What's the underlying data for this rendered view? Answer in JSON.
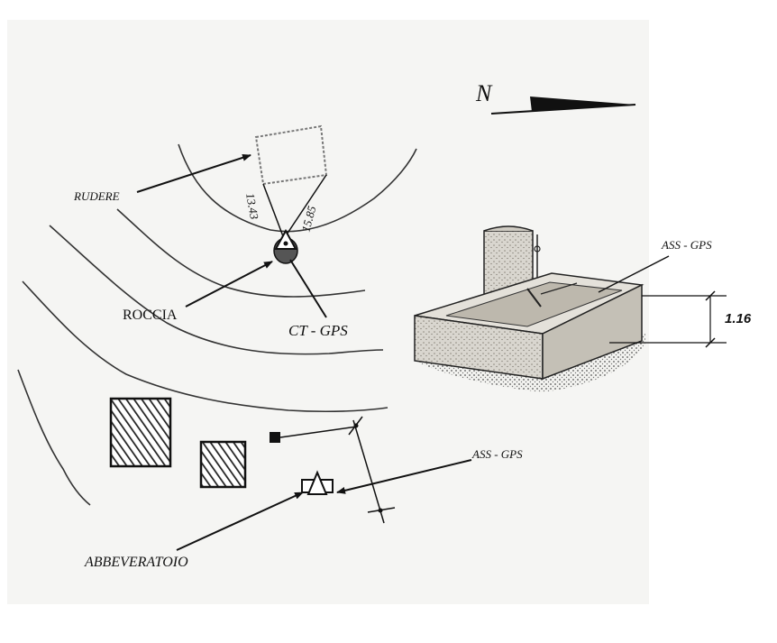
{
  "north": {
    "label": "N"
  },
  "labels": {
    "rudere": "RUDERE",
    "roccia": "ROCCIA",
    "ct_gps": "CT - GPS",
    "ass_gps_map": "ASS - GPS",
    "ass_gps_drawing": "ASS - GPS",
    "abbeveratoio": "ABBEVERATOIO",
    "dist_a": "13.43",
    "dist_b": "15.85",
    "height": "1.16"
  }
}
